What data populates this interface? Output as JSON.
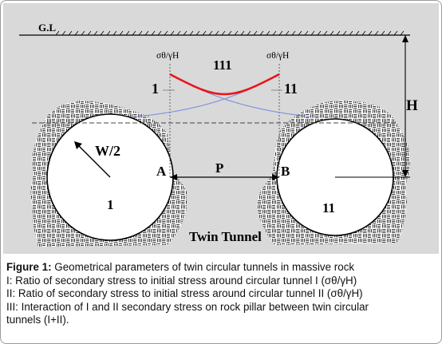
{
  "diagram": {
    "ground_label": "G.L",
    "stress_label_left": "σθ/γH",
    "stress_label_right": "σθ/γH",
    "curve_label_left": "1",
    "curve_label_mid": "111",
    "curve_label_right": "11",
    "depth_label": "H",
    "width_label": "W/2",
    "point_a": "A",
    "point_b": "B",
    "pillar_label": "P",
    "tunnel_left": "1",
    "tunnel_right": "11",
    "title": "Twin Tunnel",
    "colors": {
      "background": "#d9d9d9",
      "interaction_curve": "#e8161b",
      "single_curves": "#7b8fe0",
      "lines": "#000000"
    }
  },
  "caption": {
    "figure_label": "Figure 1:",
    "title": "Geometrical parameters of twin circular tunnels in massive rock",
    "line1": "I: Ratio of secondary stress to initial stress around circular tunnel I (σθ/γH)",
    "line2": "II: Ratio of secondary stress to initial stress around circular tunnel II (σθ/γH)",
    "line3": "III: Interaction of I and II secondary stress on rock pillar between twin circular",
    "line4": "tunnels (I+II)."
  }
}
